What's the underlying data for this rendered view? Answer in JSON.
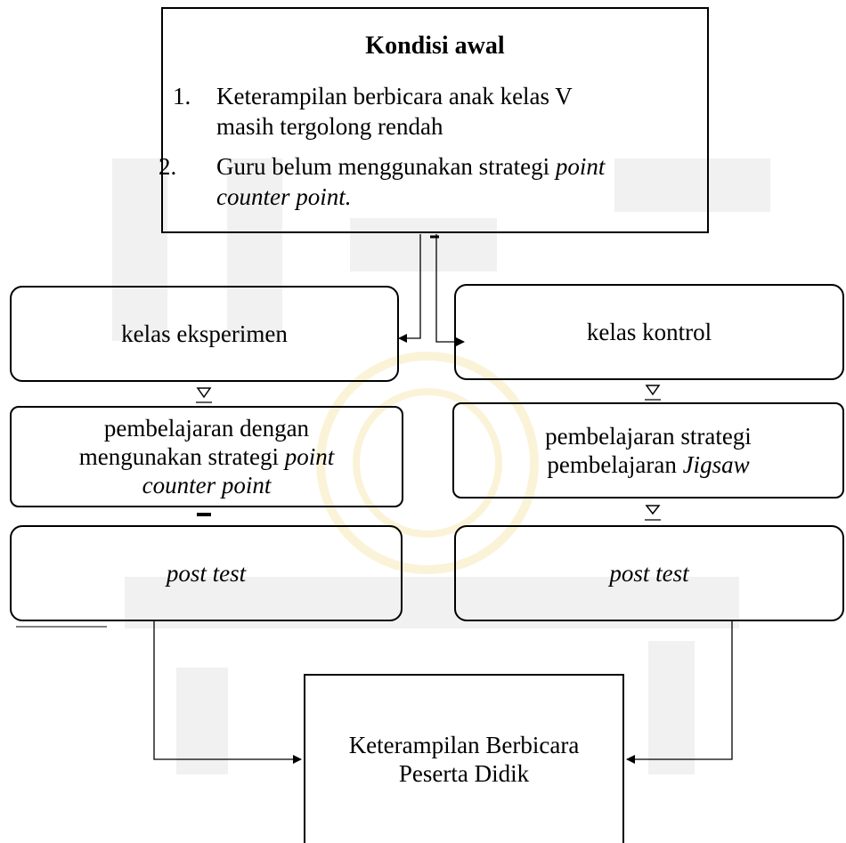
{
  "kondisi_awal": {
    "title": "Kondisi awal",
    "items": [
      {
        "number": "1.",
        "lines": [
          "Keterampilan berbicara anak kelas V",
          "masih tergolong rendah"
        ]
      },
      {
        "number": "2.",
        "line1_plain": "Guru belum menggunakan strategi ",
        "line1_italic": "point",
        "line2_italic": "counter point."
      }
    ]
  },
  "eksperimen": {
    "label": "kelas eksperimen",
    "treatment": {
      "line1": "pembelajaran dengan",
      "line2_plain": "mengunakan strategi ",
      "line2_italic": "point",
      "line3_italic": "counter point"
    },
    "post_test": "post test"
  },
  "kontrol": {
    "label": "kelas kontrol",
    "treatment": {
      "line1": "pembelajaran strategi",
      "line2_plain": "pembelajaran ",
      "line2_italic": "Jigsaw"
    },
    "post_test": "post test"
  },
  "hasil": {
    "line1": "Keterampilan Berbicara",
    "line2": "Peserta Didik"
  },
  "colors": {
    "line": "#000000",
    "watermark_gray": "#c8c8c8",
    "watermark_gold": "#e8d488"
  }
}
